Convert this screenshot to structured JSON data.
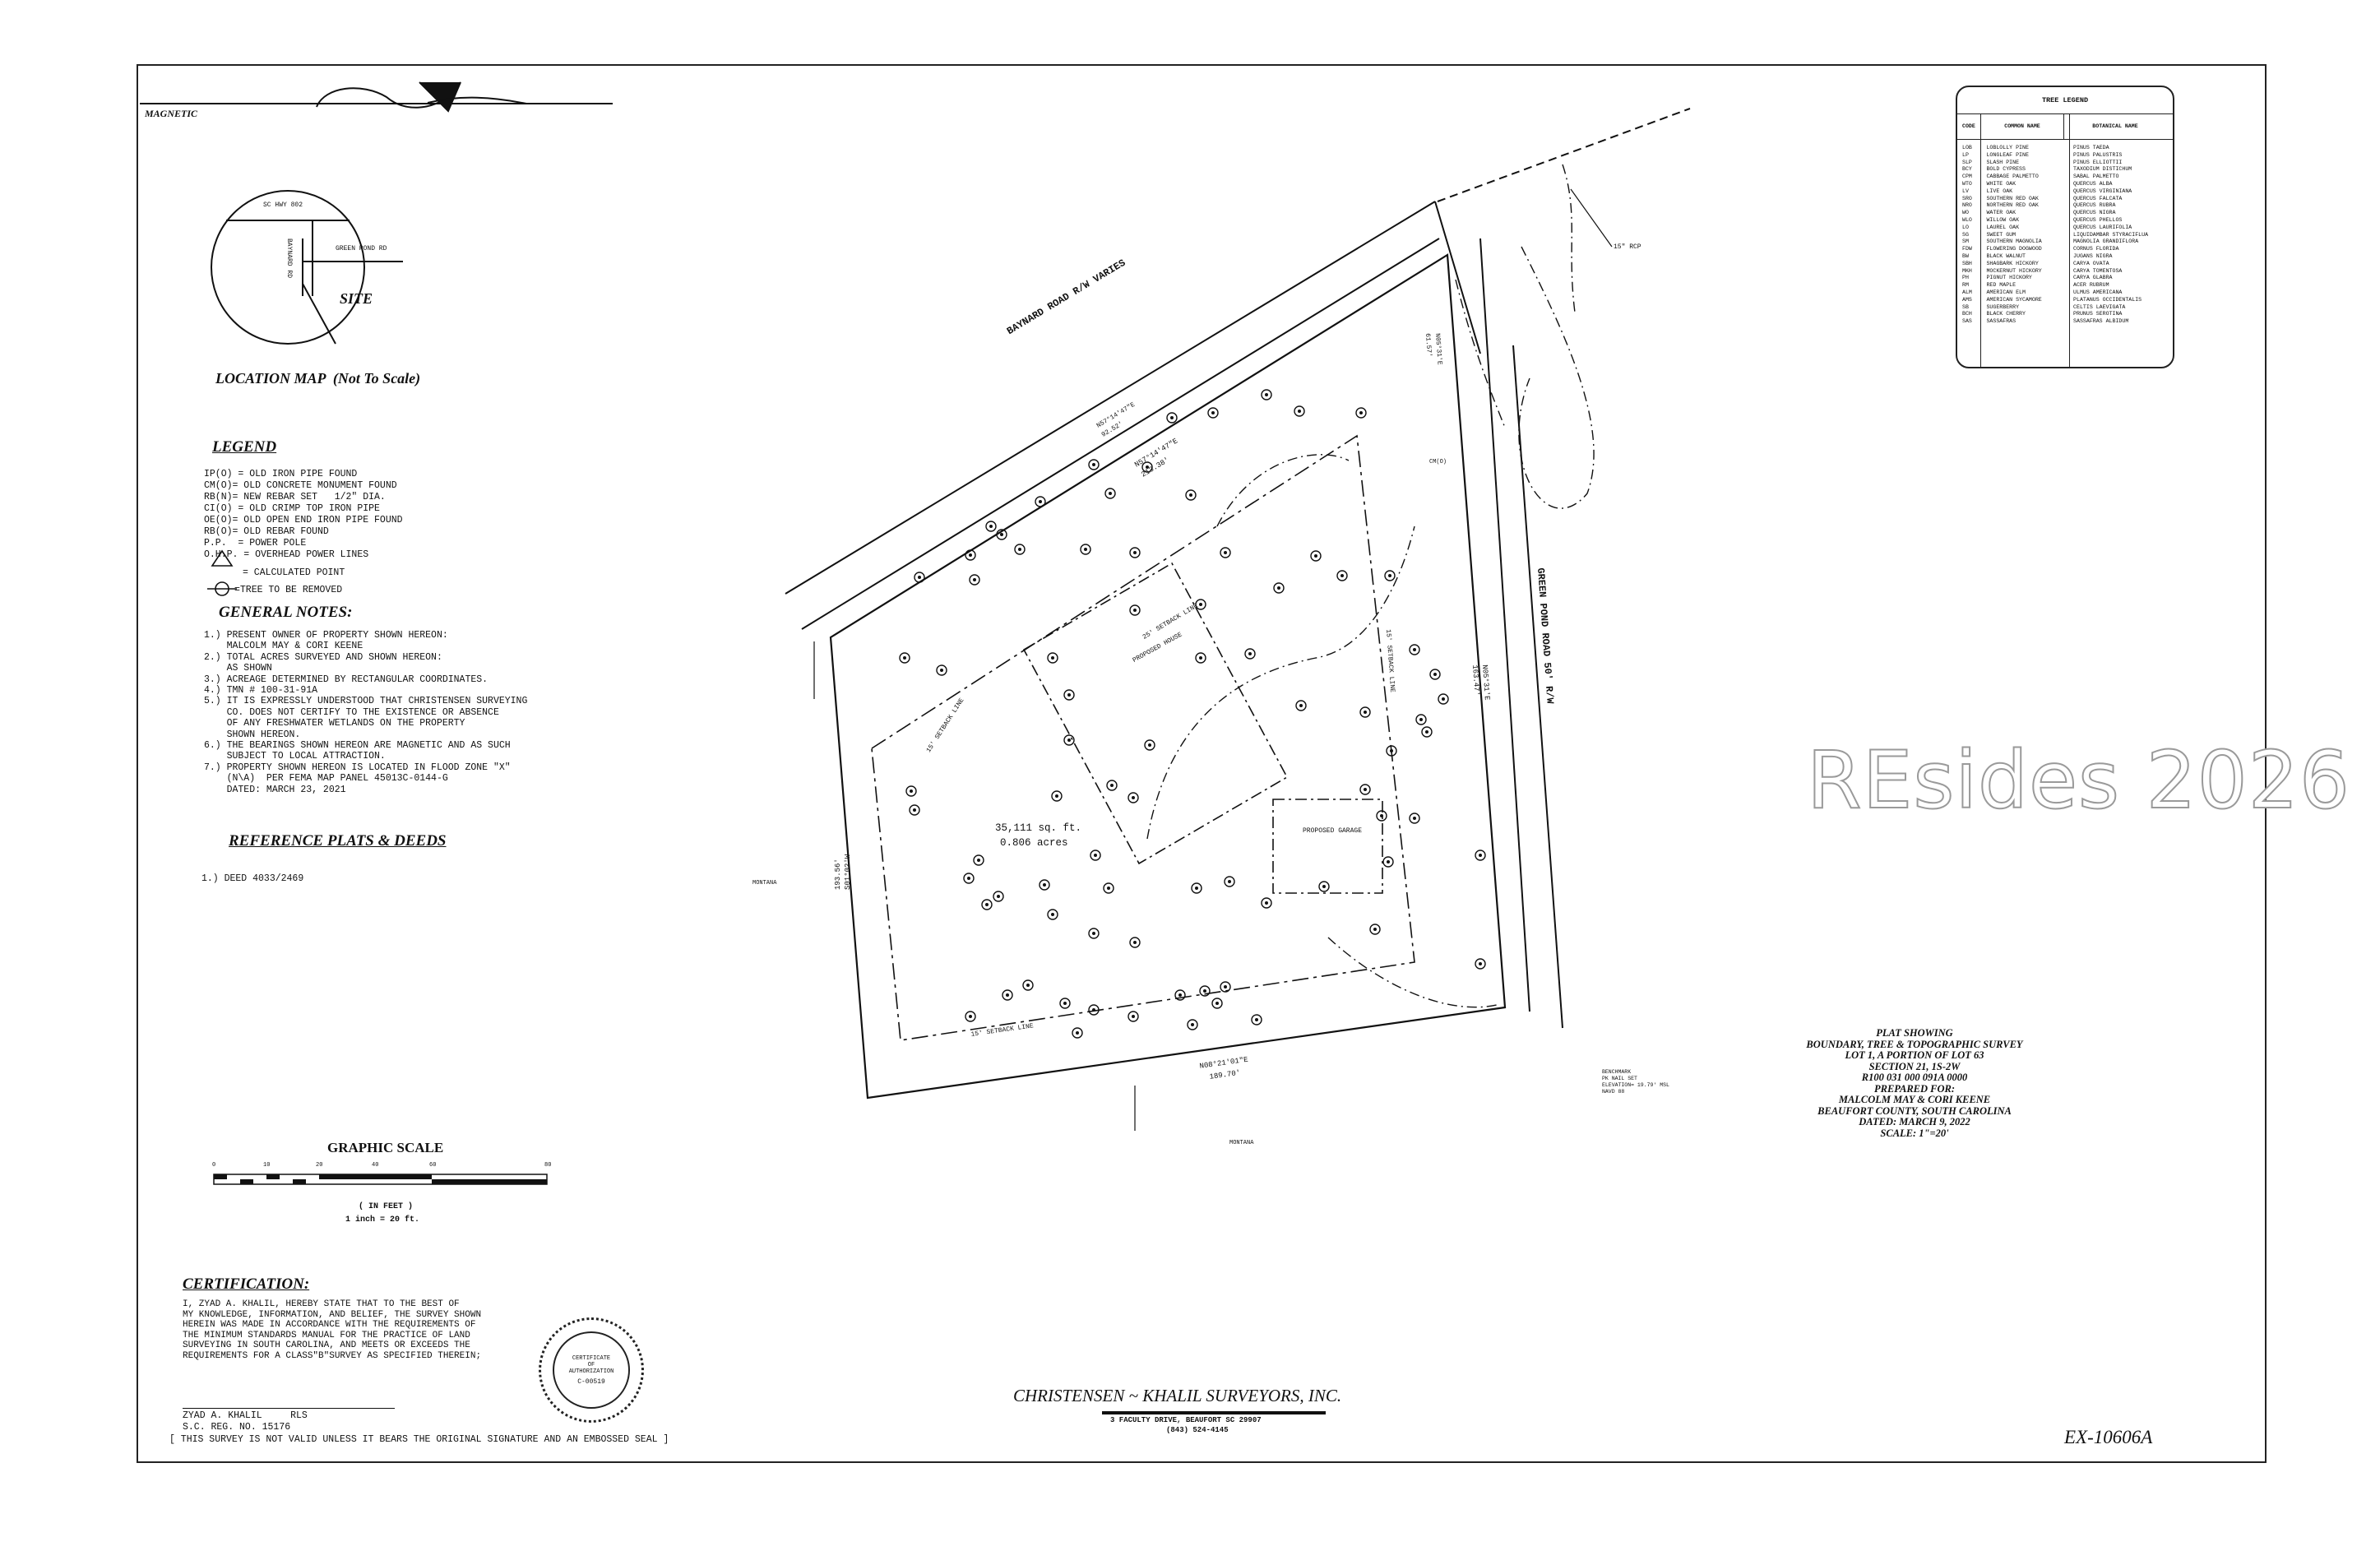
{
  "north_arrow": {
    "label": "MAGNETIC"
  },
  "location_map": {
    "title": "LOCATION MAP  (Not To Scale)",
    "road_top": "SC HWY 802",
    "road_right": "GREEN POND RD",
    "road_vertical": "BAYNARD RD",
    "site": "SITE"
  },
  "legend": {
    "title": "LEGEND",
    "items": [
      "IP(O) = OLD IRON PIPE FOUND",
      "CM(O)= OLD CONCRETE MONUMENT FOUND",
      "RB(N)= NEW REBAR SET   1/2\" DIA.",
      "CI(O) = OLD CRIMP TOP IRON PIPE",
      "OE(O)= OLD OPEN END IRON PIPE FOUND",
      "RB(O)= OLD REBAR FOUND",
      "P.P.  = POWER POLE",
      "O.H.P. = OVERHEAD POWER LINES"
    ],
    "calculated_point": "= CALCULATED POINT",
    "tree_removed": "=TREE TO BE REMOVED"
  },
  "general_notes": {
    "title": "GENERAL NOTES:",
    "lines": [
      "1.) PRESENT OWNER OF PROPERTY SHOWN HEREON:",
      "    MALCOLM MAY & CORI KEENE",
      "2.) TOTAL ACRES SURVEYED AND SHOWN HEREON:",
      "    AS SHOWN",
      "3.) ACREAGE DETERMINED BY RECTANGULAR COORDINATES.",
      "4.) TMN # 100-31-91A",
      "5.) IT IS EXPRESSLY UNDERSTOOD THAT CHRISTENSEN SURVEYING",
      "    CO. DOES NOT CERTIFY TO THE EXISTENCE OR ABSENCE",
      "    OF ANY FRESHWATER WETLANDS ON THE PROPERTY",
      "    SHOWN HEREON.",
      "6.) THE BEARINGS SHOWN HEREON ARE MAGNETIC AND AS SUCH",
      "    SUBJECT TO LOCAL ATTRACTION.",
      "7.) PROPERTY SHOWN HEREON IS LOCATED IN FLOOD ZONE \"X\"",
      "    (N\\A)  PER FEMA MAP PANEL 45013C-0144-G",
      "    DATED: MARCH 23, 2021"
    ]
  },
  "reference": {
    "title": "REFERENCE PLATS & DEEDS",
    "items": [
      "1.) DEED 4033/2469"
    ]
  },
  "graphic_scale": {
    "title": "GRAPHIC SCALE",
    "ticks": [
      "0",
      "10",
      "20",
      "40",
      "60",
      "80"
    ],
    "unit": "( IN FEET )",
    "ratio": "1 inch = 20  ft."
  },
  "certification": {
    "title": "CERTIFICATION:",
    "lines": [
      "I, ZYAD A. KHALIL, HEREBY STATE THAT TO THE BEST OF",
      "MY KNOWLEDGE, INFORMATION, AND BELIEF, THE SURVEY SHOWN",
      "HEREIN WAS MADE IN ACCORDANCE WITH THE REQUIREMENTS OF",
      "THE MINIMUM STANDARDS MANUAL FOR THE PRACTICE OF LAND",
      "SURVEYING IN SOUTH CAROLINA, AND MEETS OR EXCEEDS THE",
      "REQUIREMENTS FOR A CLASS\"B\"SURVEY AS SPECIFIED THEREIN;"
    ],
    "signer": "ZYAD A. KHALIL     RLS",
    "reg": "S.C. REG. NO. 15176",
    "validity": "[ THIS SURVEY IS NOT VALID UNLESS IT BEARS THE ORIGINAL SIGNATURE AND AN EMBOSSED SEAL ]"
  },
  "seal": {
    "line1": "CERTIFICATE",
    "line2": "OF",
    "line3": "AUTHORIZATION",
    "number": "C-00519"
  },
  "company": {
    "name": "CHRISTENSEN ~ KHALIL SURVEYORS, INC.",
    "address": "3 FACULTY DRIVE, BEAUFORT SC 29907",
    "phone": "(843) 524-4145"
  },
  "drawing_number": "EX-10606A",
  "title_block": {
    "lines": [
      "PLAT SHOWING",
      "BOUNDARY, TREE & TOPOGRAPHIC SURVEY",
      "LOT 1, A PORTION OF LOT 63",
      "SECTION 21, 1S-2W",
      "R100 031 000 091A 0000",
      "PREPARED FOR:",
      "MALCOLM MAY & CORI KEENE",
      "BEAUFORT COUNTY, SOUTH CAROLINA",
      "DATED: MARCH 9, 2022",
      "SCALE: 1\"=20'"
    ]
  },
  "tree_legend": {
    "title": "TREE LEGEND",
    "headers": [
      "CODE",
      "COMMON NAME",
      "BOTANICAL NAME"
    ],
    "rows": [
      [
        "LOB",
        "LOBLOLLY PINE",
        "PINUS TAEDA"
      ],
      [
        "LP",
        "LONGLEAF PINE",
        "PINUS PALUSTRIS"
      ],
      [
        "SLP",
        "SLASH PINE",
        "PINUS ELLIOTTII"
      ],
      [
        "BCY",
        "BOLD CYPRESS",
        "TAXODIUM DISTICHUM"
      ],
      [
        "CPM",
        "CABBAGE PALMETTO",
        "SABAL PALMETTO"
      ],
      [
        "WTO",
        "WHITE OAK",
        "QUERCUS ALBA"
      ],
      [
        "LV",
        "LIVE OAK",
        "QUERCUS VIRGINIANA"
      ],
      [
        "SRO",
        "SOUTHERN RED OAK",
        "QUERCUS FALCATA"
      ],
      [
        "NRO",
        "NORTHERN RED OAK",
        "QUERCUS RUBRA"
      ],
      [
        "WO",
        "WATER OAK",
        "QUERCUS NIGRA"
      ],
      [
        "WLO",
        "WILLOW OAK",
        "QUERCUS PHELLOS"
      ],
      [
        "LO",
        "LAUREL OAK",
        "QUERCUS LAURIFOLIA"
      ],
      [
        "SG",
        "SWEET GUM",
        "LIQUIDAMBAR STYRACIFLUA"
      ],
      [
        "SM",
        "SOUTHERN MAGNOLIA",
        "MAGNOLIA GRANDIFLORA"
      ],
      [
        "FDW",
        "FLOWERING DOGWOOD",
        "CORNUS FLORIDA"
      ],
      [
        "BW",
        "BLACK WALNUT",
        "JUGANS NIGRA"
      ],
      [
        "SBH",
        "SHAGBARK HICKORY",
        "CARYA OVATA"
      ],
      [
        "MKH",
        "MOCKERNUT HICKORY",
        "CARYA TOMENTOSA"
      ],
      [
        "PH",
        "PIGNUT HICKORY",
        "CARYA GLABRA"
      ],
      [
        "RM",
        "RED MAPLE",
        "ACER RUBRUM"
      ],
      [
        "ALM",
        "AMERICAN ELM",
        "ULMUS AMERICANA"
      ],
      [
        "AMS",
        "AMERICAN SYCAMORE",
        "PLATANUS OCCIDENTALIS"
      ],
      [
        "SB",
        "SUGERBERRY",
        "CELTIS LAEVIGATA"
      ],
      [
        "BCH",
        "BLACK CHERRY",
        "PRUNUS SEROTINA"
      ],
      [
        "SAS",
        "SASSAFRAS",
        "SASSAFRAS ALBIDUM"
      ]
    ]
  },
  "plat": {
    "road_north": "BAYNARD ROAD R/W VARIES",
    "road_east": "GREEN POND ROAD 50' R/W",
    "area_sqft": "35,111 sq. ft.",
    "area_acres": "0.806 acres",
    "house": "PROPOSED HOUSE",
    "garage": "PROPOSED GARAGE",
    "setback_north": "25' SETBACK LINE",
    "setback_east": "15' SETBACK LINE",
    "setback_south": "15' SETBACK LINE",
    "setback_west": "15' SETBACK LINE",
    "bearing_north": "N57°14'47\"E",
    "dist_north": "213.38'",
    "bearing_north2": "N57°14'47\"E",
    "dist_north2": "92.52'",
    "bearing_east": "N05°31'E",
    "dist_east": "163.47'",
    "bearing_east2": "N05°31'E",
    "dist_east2": "61.57'",
    "bearing_south": "N08°21'01\"E",
    "dist_south": "189.70'",
    "bearing_west": "S01°02'W",
    "dist_west": "193.56'",
    "adj_west": "MONTANA",
    "adj_south": "MONTANA",
    "rcp": "15\" RCP",
    "cm_label": "CM(O)",
    "benchmark": "BENCHMARK\nPK NAIL SET\nELEVATION= 19.79' MSL\nNAVD 88"
  },
  "watermark": "REsides 2026"
}
